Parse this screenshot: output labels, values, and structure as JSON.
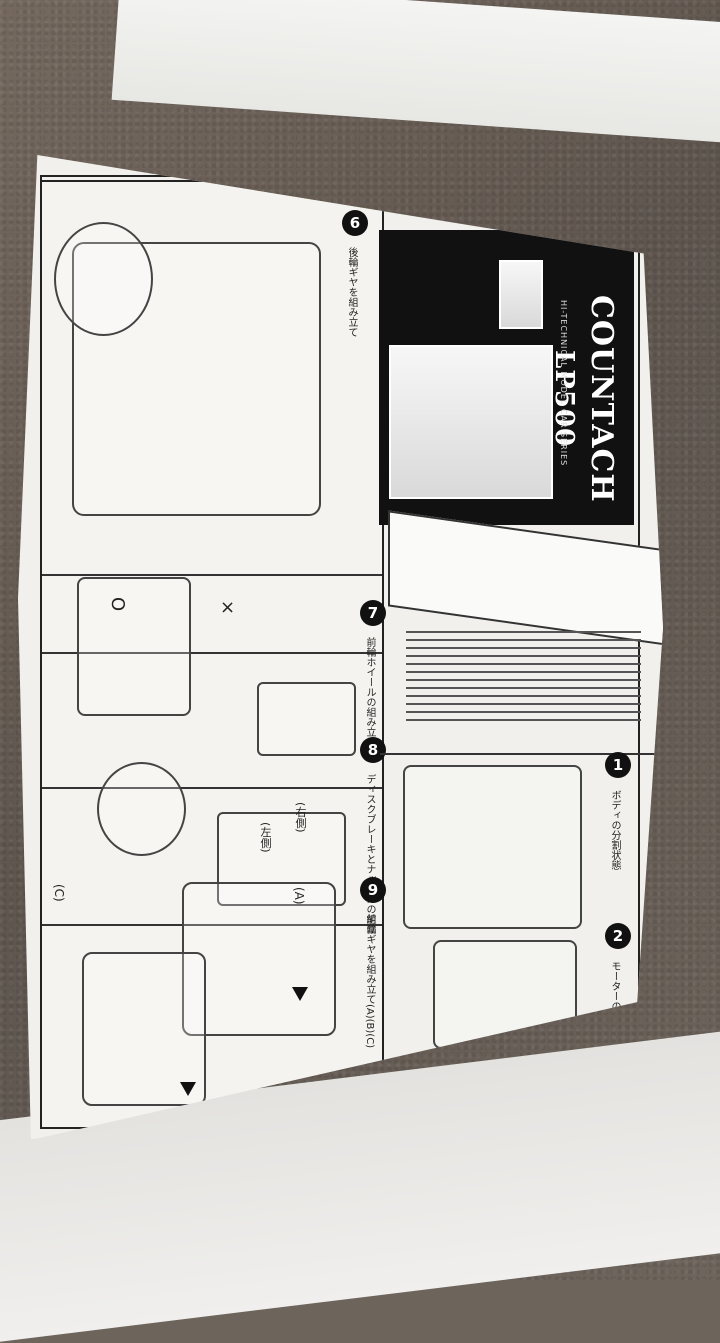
{
  "scene": {
    "title_main": "COUNTACH",
    "title_sub": "LP500",
    "series": "HI-TECHNICAL MODEL CAR SERIES"
  },
  "steps": [
    {
      "num": "6",
      "label": "後輪ギヤを組み立て"
    },
    {
      "num": "7",
      "label": "前輪ホイールの組み立て"
    },
    {
      "num": "8",
      "label": "ディスクブレーキとナックルの組立"
    },
    {
      "num": "9",
      "label": "前輪ギヤを組み立て(A)(B)(C)"
    },
    {
      "num": "1",
      "label": "ボディの分割状態"
    },
    {
      "num": "2",
      "label": "モーターの組み立て"
    }
  ],
  "labels": {
    "callout_c": "(C)",
    "callout_a": "(A)",
    "left": "(左側)",
    "right": "(右側)",
    "x_mark": "×",
    "o_mark": "O"
  }
}
